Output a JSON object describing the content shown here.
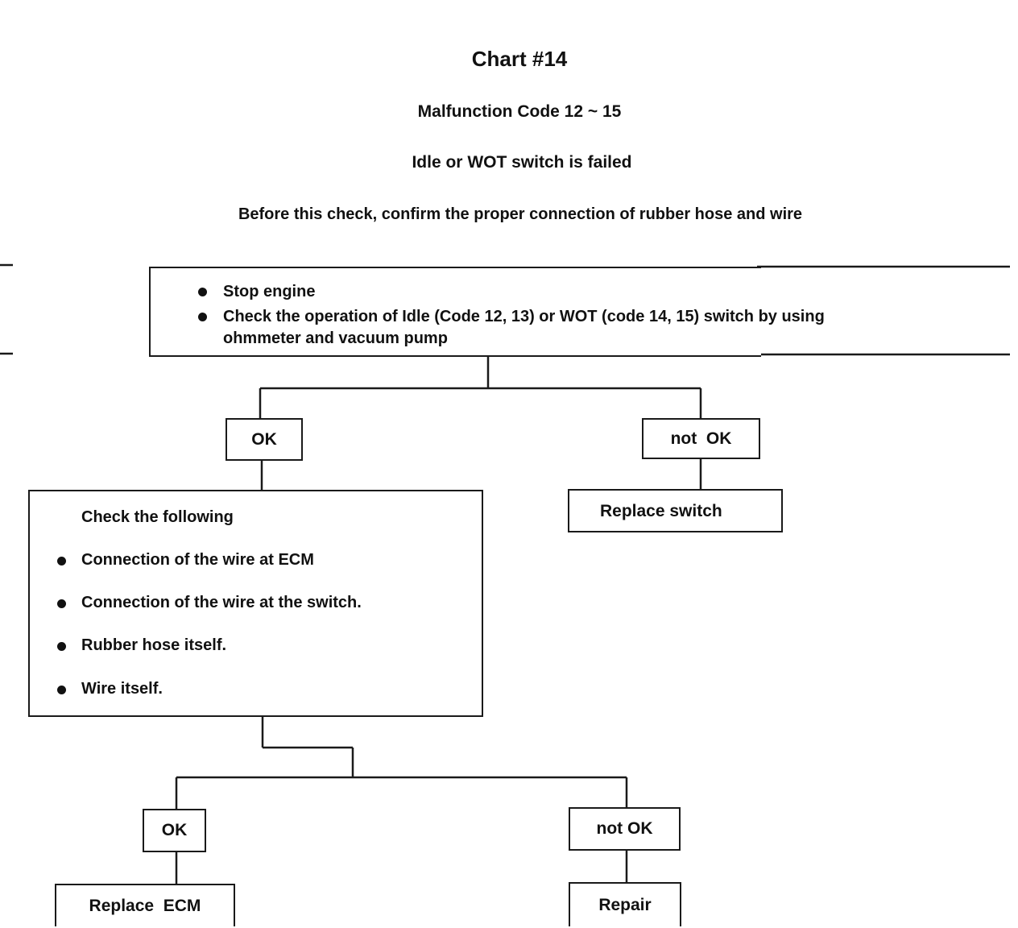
{
  "header": {
    "title": "Chart #14",
    "subtitle": "Malfunction Code 12 ~ 15",
    "condition": "Idle or WOT switch is failed",
    "note": "Before this check, confirm the proper connection of rubber hose and wire"
  },
  "start_box": {
    "items": [
      "Stop engine",
      "Check the operation of Idle (Code 12, 13) or WOT (code 14, 15) switch by using",
      "ohmmeter and vacuum pump"
    ]
  },
  "branch1": {
    "ok_label": "OK",
    "not_ok_label": "not  OK",
    "replace_switch": "Replace switch"
  },
  "check_box": {
    "heading": "Check the following",
    "items": [
      "Connection of the wire at ECM",
      "Connection of the wire at the switch.",
      "Rubber hose itself.",
      "Wire itself."
    ]
  },
  "branch2": {
    "ok_label": "OK",
    "not_ok_label": "not OK",
    "replace_ecm": "Replace  ECM",
    "repair": "Repair"
  }
}
